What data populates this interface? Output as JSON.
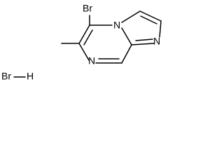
{
  "molecule": {
    "atoms": {
      "bromine": "Br",
      "nitrogen_bridge": "N",
      "nitrogen_imidazole": "N",
      "nitrogen_pyrazine": "N"
    },
    "salt": {
      "bromine": "Br",
      "hydrogen": "H"
    }
  }
}
